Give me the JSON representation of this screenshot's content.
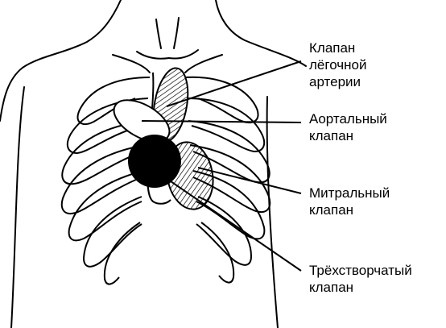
{
  "labels": {
    "pulmonary_valve": [
      "Клапан",
      "лёгочной",
      "артерии"
    ],
    "aortic_valve": [
      "Аортальный",
      "клапан"
    ],
    "mitral_valve": [
      "Митральный",
      "клапан"
    ],
    "tricuspid_valve": [
      "Трёхстворчатый",
      "клапан"
    ]
  },
  "colors": {
    "ink": "#000000",
    "paper": "#ffffff"
  }
}
